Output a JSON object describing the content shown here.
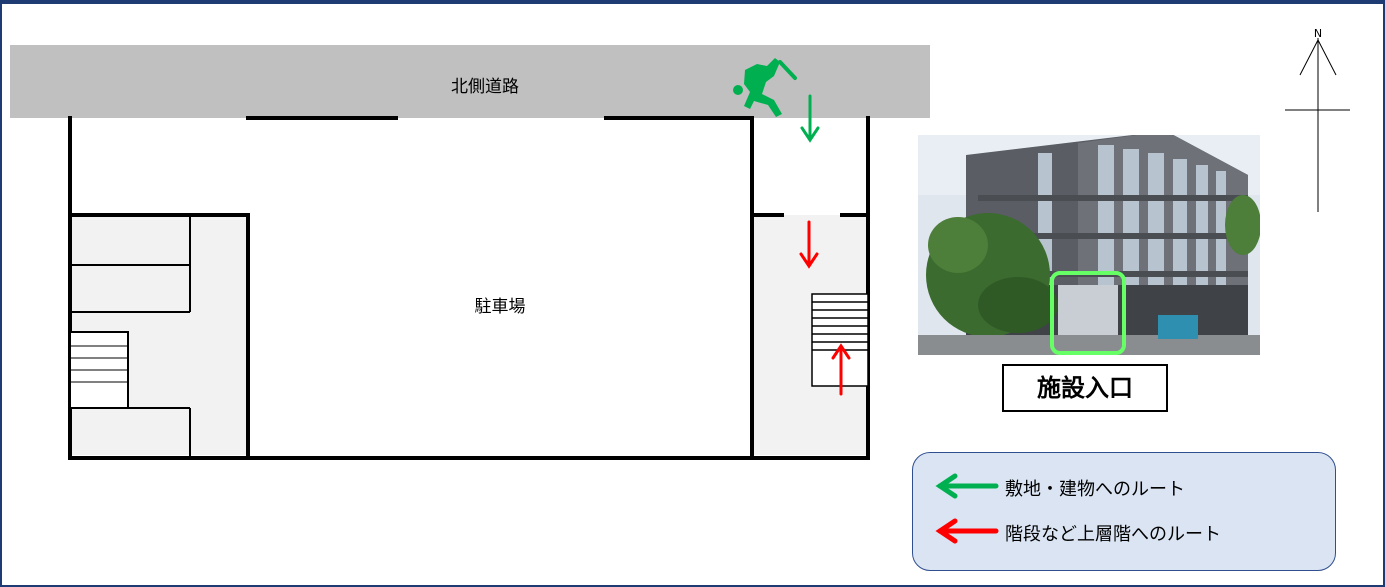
{
  "map": {
    "road_label": "北側道路",
    "parking_label": "駐車場",
    "entrance_label": "施設入口",
    "north_label": "N"
  },
  "legend": {
    "items": [
      {
        "text": "敷地・建物へのルート",
        "color": "#00b050"
      },
      {
        "text": "階段など上層階へのルート",
        "color": "#ff0000"
      }
    ]
  },
  "colors": {
    "road": "#c0c0c0",
    "interior": "#f2f2f2",
    "wall": "#000000",
    "route_site": "#00b050",
    "route_upper": "#ff0000",
    "entrance_highlight": "#66ff66",
    "legend_bg": "#dae4f2",
    "frame": "#1f3b73"
  },
  "icons": {
    "person": "person-walking-icon"
  }
}
